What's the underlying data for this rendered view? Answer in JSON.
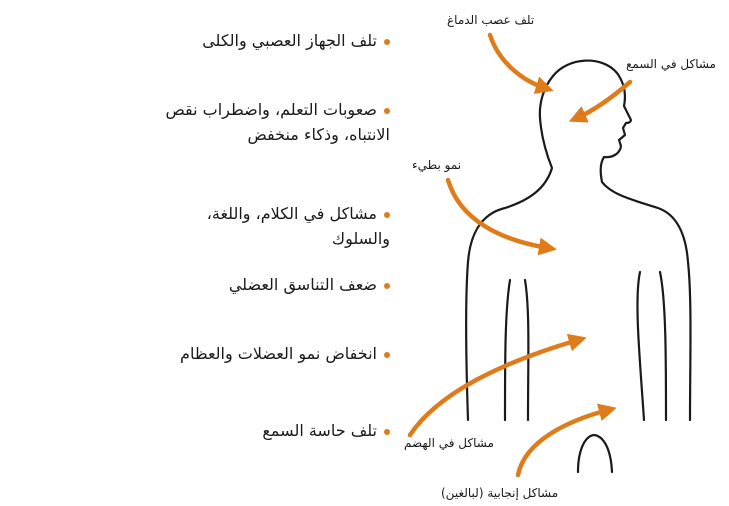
{
  "colors": {
    "accent": "#e07b1a",
    "outline": "#1a1a1a"
  },
  "effects": [
    "تلف الجهاز العصبي والكلى",
    "صعوبات التعلم، واضطراب نقص الانتباه، وذكاء منخفض",
    "مشاكل في الكلام، واللغة، والسلوك",
    "ضعف التناسق العضلي",
    "انخفاض نمو العضلات والعظام",
    "تلف حاسة السمع"
  ],
  "body_labels": {
    "brain_nerve": "تلف عصب الدماغ",
    "hearing": "مشاكل في السمع",
    "growth": "نمو بطيء",
    "digestion": "مشاكل في الهضم",
    "reproductive": "مشاكل إنجابية (لبالغين)"
  }
}
